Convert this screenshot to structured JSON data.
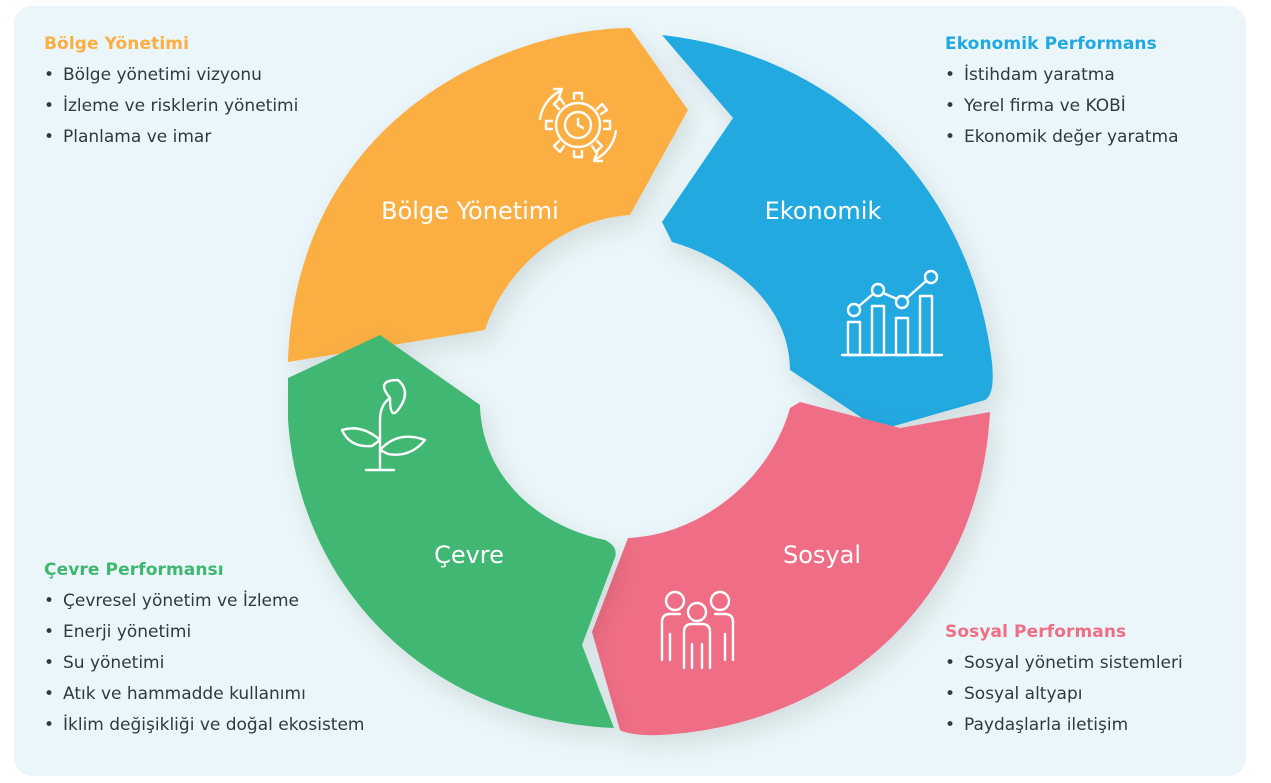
{
  "colors": {
    "bolge": "#fbae43",
    "ekonomik": "#22a9e0",
    "sosyal": "#ef6e85",
    "cevre": "#3fb772"
  },
  "segments": {
    "bolge": {
      "label": "Bölge Yönetimi",
      "icon": "gear-clock-icon"
    },
    "ekonomik": {
      "label": "Ekonomik",
      "icon": "growth-chart-icon"
    },
    "sosyal": {
      "label": "Sosyal",
      "icon": "people-group-icon"
    },
    "cevre": {
      "label": "Çevre",
      "icon": "plant-sprout-icon"
    }
  },
  "blocks": {
    "bolge": {
      "title": "Bölge Yönetimi",
      "items": [
        "Bölge yönetimi vizyonu",
        "İzleme ve risklerin yönetimi",
        "Planlama ve imar"
      ]
    },
    "ekonomik": {
      "title": "Ekonomik Performans",
      "items": [
        "İstihdam yaratma",
        "Yerel firma ve KOBİ",
        "Ekonomik değer yaratma"
      ]
    },
    "cevre": {
      "title": "Çevre Performansı",
      "items": [
        "Çevresel yönetim ve İzleme",
        "Enerji yönetimi",
        "Su yönetimi",
        "Atık ve hammadde kullanımı",
        "İklim değişikliği ve doğal ekosistem"
      ]
    },
    "sosyal": {
      "title": "Sosyal Performans",
      "items": [
        "Sosyal yönetim sistemleri",
        "Sosyal altyapı",
        "Paydaşlarla iletişim"
      ]
    }
  }
}
